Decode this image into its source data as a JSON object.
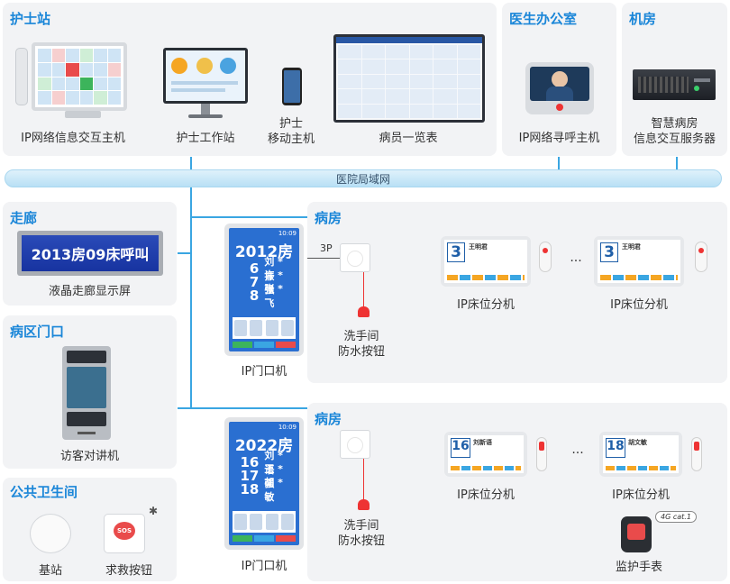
{
  "network": {
    "lan_label": "医院局域网"
  },
  "nurse_station": {
    "title": "护士站",
    "devices": {
      "main_host": "IP网络信息交互主机",
      "workstation": "护士工作站",
      "mobile_line1": "护士",
      "mobile_line2": "移动主机",
      "patient_board": "病员一览表"
    }
  },
  "doctor_office": {
    "title": "医生办公室",
    "device": "IP网络寻呼主机"
  },
  "server_room": {
    "title": "机房",
    "device_line1": "智慧病房",
    "device_line2": "信息交互服务器"
  },
  "corridor": {
    "title": "走廊",
    "display_text": "2013房09床呼叫",
    "device": "液晶走廊显示屏"
  },
  "ward_entrance": {
    "title": "病区门口",
    "device": "访客对讲机"
  },
  "public_restroom": {
    "title": "公共卫生间",
    "base_station": "基站",
    "sos_button": "求救按钮",
    "sos_text": "SOS"
  },
  "ward1": {
    "title": "病房",
    "door_label": "IP门口机",
    "door_screen": {
      "room": "2012房",
      "time": "10:09",
      "beds": [
        {
          "num": "6",
          "name": "刘 * 振"
        },
        {
          "num": "7",
          "name": "许 * 强"
        },
        {
          "num": "8",
          "name": "张 * 飞"
        }
      ]
    },
    "cable_label": "3P",
    "wash_button_line1": "洗手间",
    "wash_button_line2": "防水按钮",
    "bed_unit_1": "IP床位分机",
    "bed_unit_2": "IP床位分机",
    "ellipsis": "···",
    "bed1_screen": {
      "num": "3",
      "name": "王明君"
    },
    "bed2_screen": {
      "num": "3",
      "name": "王明君"
    }
  },
  "ward2": {
    "title": "病房",
    "door_label": "IP门口机",
    "door_screen": {
      "room": "2022房",
      "time": "10:09",
      "beds": [
        {
          "num": "16",
          "name": "刘 * 语"
        },
        {
          "num": "17",
          "name": "王 * 强"
        },
        {
          "num": "18",
          "name": "胡 * 敏"
        }
      ]
    },
    "wash_button_line1": "洗手间",
    "wash_button_line2": "防水按钮",
    "bed_unit_1": "IP床位分机",
    "bed_unit_2": "IP床位分机",
    "ellipsis": "···",
    "bed1_screen": {
      "num": "16",
      "name": "刘新语"
    },
    "bed2_screen": {
      "num": "18",
      "name": "胡文敏"
    },
    "watch_label": "监护手表",
    "watch_badge": "4G cat.1"
  },
  "colors": {
    "accent": "#1a86d8",
    "line": "#3aa6e2",
    "panel": "#f2f3f5"
  }
}
